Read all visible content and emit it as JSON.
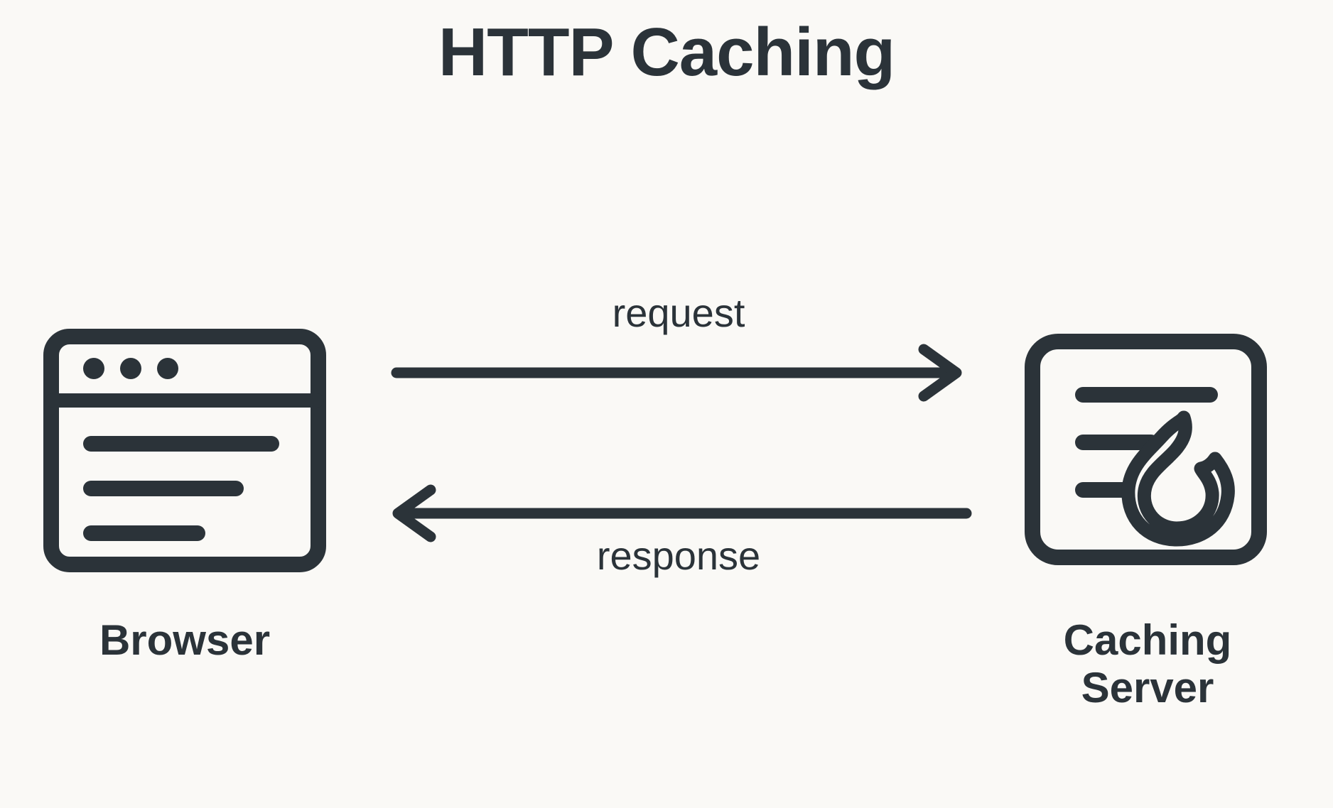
{
  "diagram": {
    "title": "HTTP Caching",
    "background_color": "#FAF9F6",
    "stroke_color": "#2B3339",
    "type": "sequence-flow",
    "nodes": [
      {
        "id": "browser",
        "label": "Browser",
        "icon": "browser-window-icon",
        "icon_parts": [
          "window-frame",
          "three-dots",
          "title-bar-divider",
          "content-line-1",
          "content-line-2",
          "content-line-3"
        ]
      },
      {
        "id": "caching-server",
        "label": "Caching\nServer",
        "icon": "caching-server-icon",
        "icon_parts": [
          "rounded-square-frame",
          "content-line-1",
          "content-line-2",
          "content-line-3",
          "flame-icon"
        ]
      }
    ],
    "arrows": [
      {
        "id": "request",
        "label": "request",
        "direction": "left-to-right",
        "from": "browser",
        "to": "caching-server",
        "label_position": "above"
      },
      {
        "id": "response",
        "label": "response",
        "direction": "right-to-left",
        "from": "caching-server",
        "to": "browser",
        "label_position": "below"
      }
    ]
  }
}
